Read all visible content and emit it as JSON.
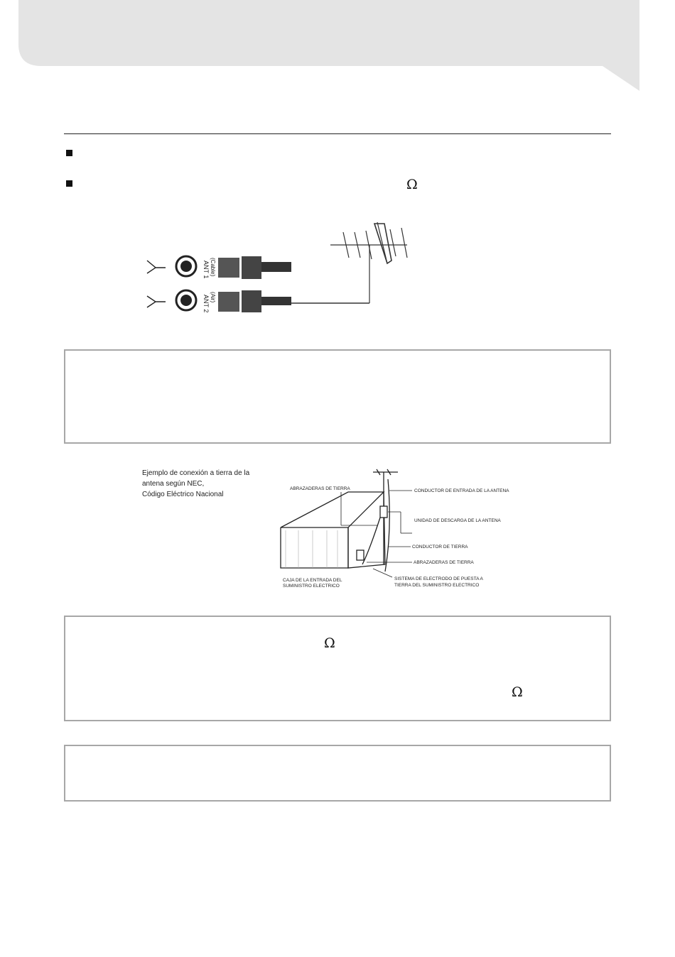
{
  "symbols": {
    "omega": "Ω"
  },
  "antenna_figure": {
    "ant1_label": "ANT 1",
    "ant1_sub": "(Cable)",
    "ant2_label": "ANT 2",
    "ant2_sub": "(Air)"
  },
  "grounding_figure": {
    "caption_line1": "Ejemplo de conexión a tierra de la",
    "caption_line2": "antena según NEC,",
    "caption_line3": "Código Eléctrico Nacional",
    "labels": {
      "ground_clamps_top": "ABRAZADERAS DE TIERRA",
      "lead_in_wire": "CONDUCTOR DE ENTRADA DE LA ANTENA",
      "discharge_unit": "UNIDAD DE DESCARGA DE LA ANTENA",
      "ground_conductor": "CONDUCTOR DE TIERRA",
      "ground_clamps_bottom": "ABRAZADERAS DE TIERRA",
      "service_box_line1": "CAJA DE LA ENTRADA DEL",
      "service_box_line2": "SUMINISTRO ELECTRICO",
      "electrode_line1": "SISTEMA DE ELECTRODO DE PUESTA A",
      "electrode_line2": "TIERRA DEL SUMINISTRO ELECTRICO"
    }
  },
  "colors": {
    "header_bubble": "#e4e4e4",
    "box_border": "#a7a7a7"
  }
}
